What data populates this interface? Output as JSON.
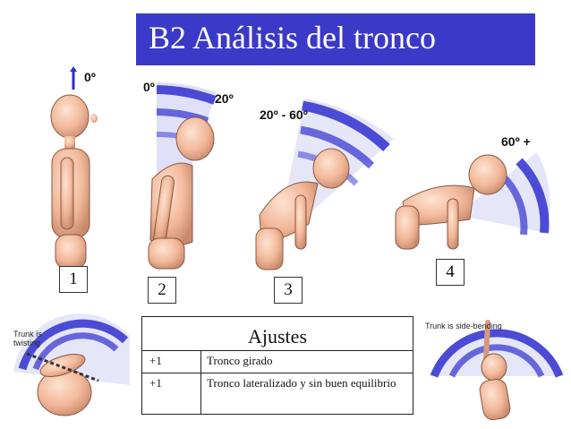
{
  "title": "B2 Análisis del tronco",
  "figures": [
    {
      "number": "1",
      "angle_label": "0º"
    },
    {
      "number": "2",
      "angle_label_top": "0º",
      "angle_label": "20º"
    },
    {
      "number": "3",
      "angle_label": "20º - 60º"
    },
    {
      "number": "4",
      "angle_label": "60º +"
    }
  ],
  "captions": {
    "left": "Trunk is twisting",
    "right": "Trunk is side-bending"
  },
  "ajustes": {
    "header": "Ajustes",
    "rows": [
      {
        "value": "+1",
        "description": "Tronco girado"
      },
      {
        "value": "+1",
        "description": "Tronco lateralizado y sin buen equilibrio"
      }
    ]
  },
  "colors": {
    "title_bar": "#3b39c7",
    "arc_blue": "#2f2fd0",
    "figure_skin": "#f2b89a"
  }
}
